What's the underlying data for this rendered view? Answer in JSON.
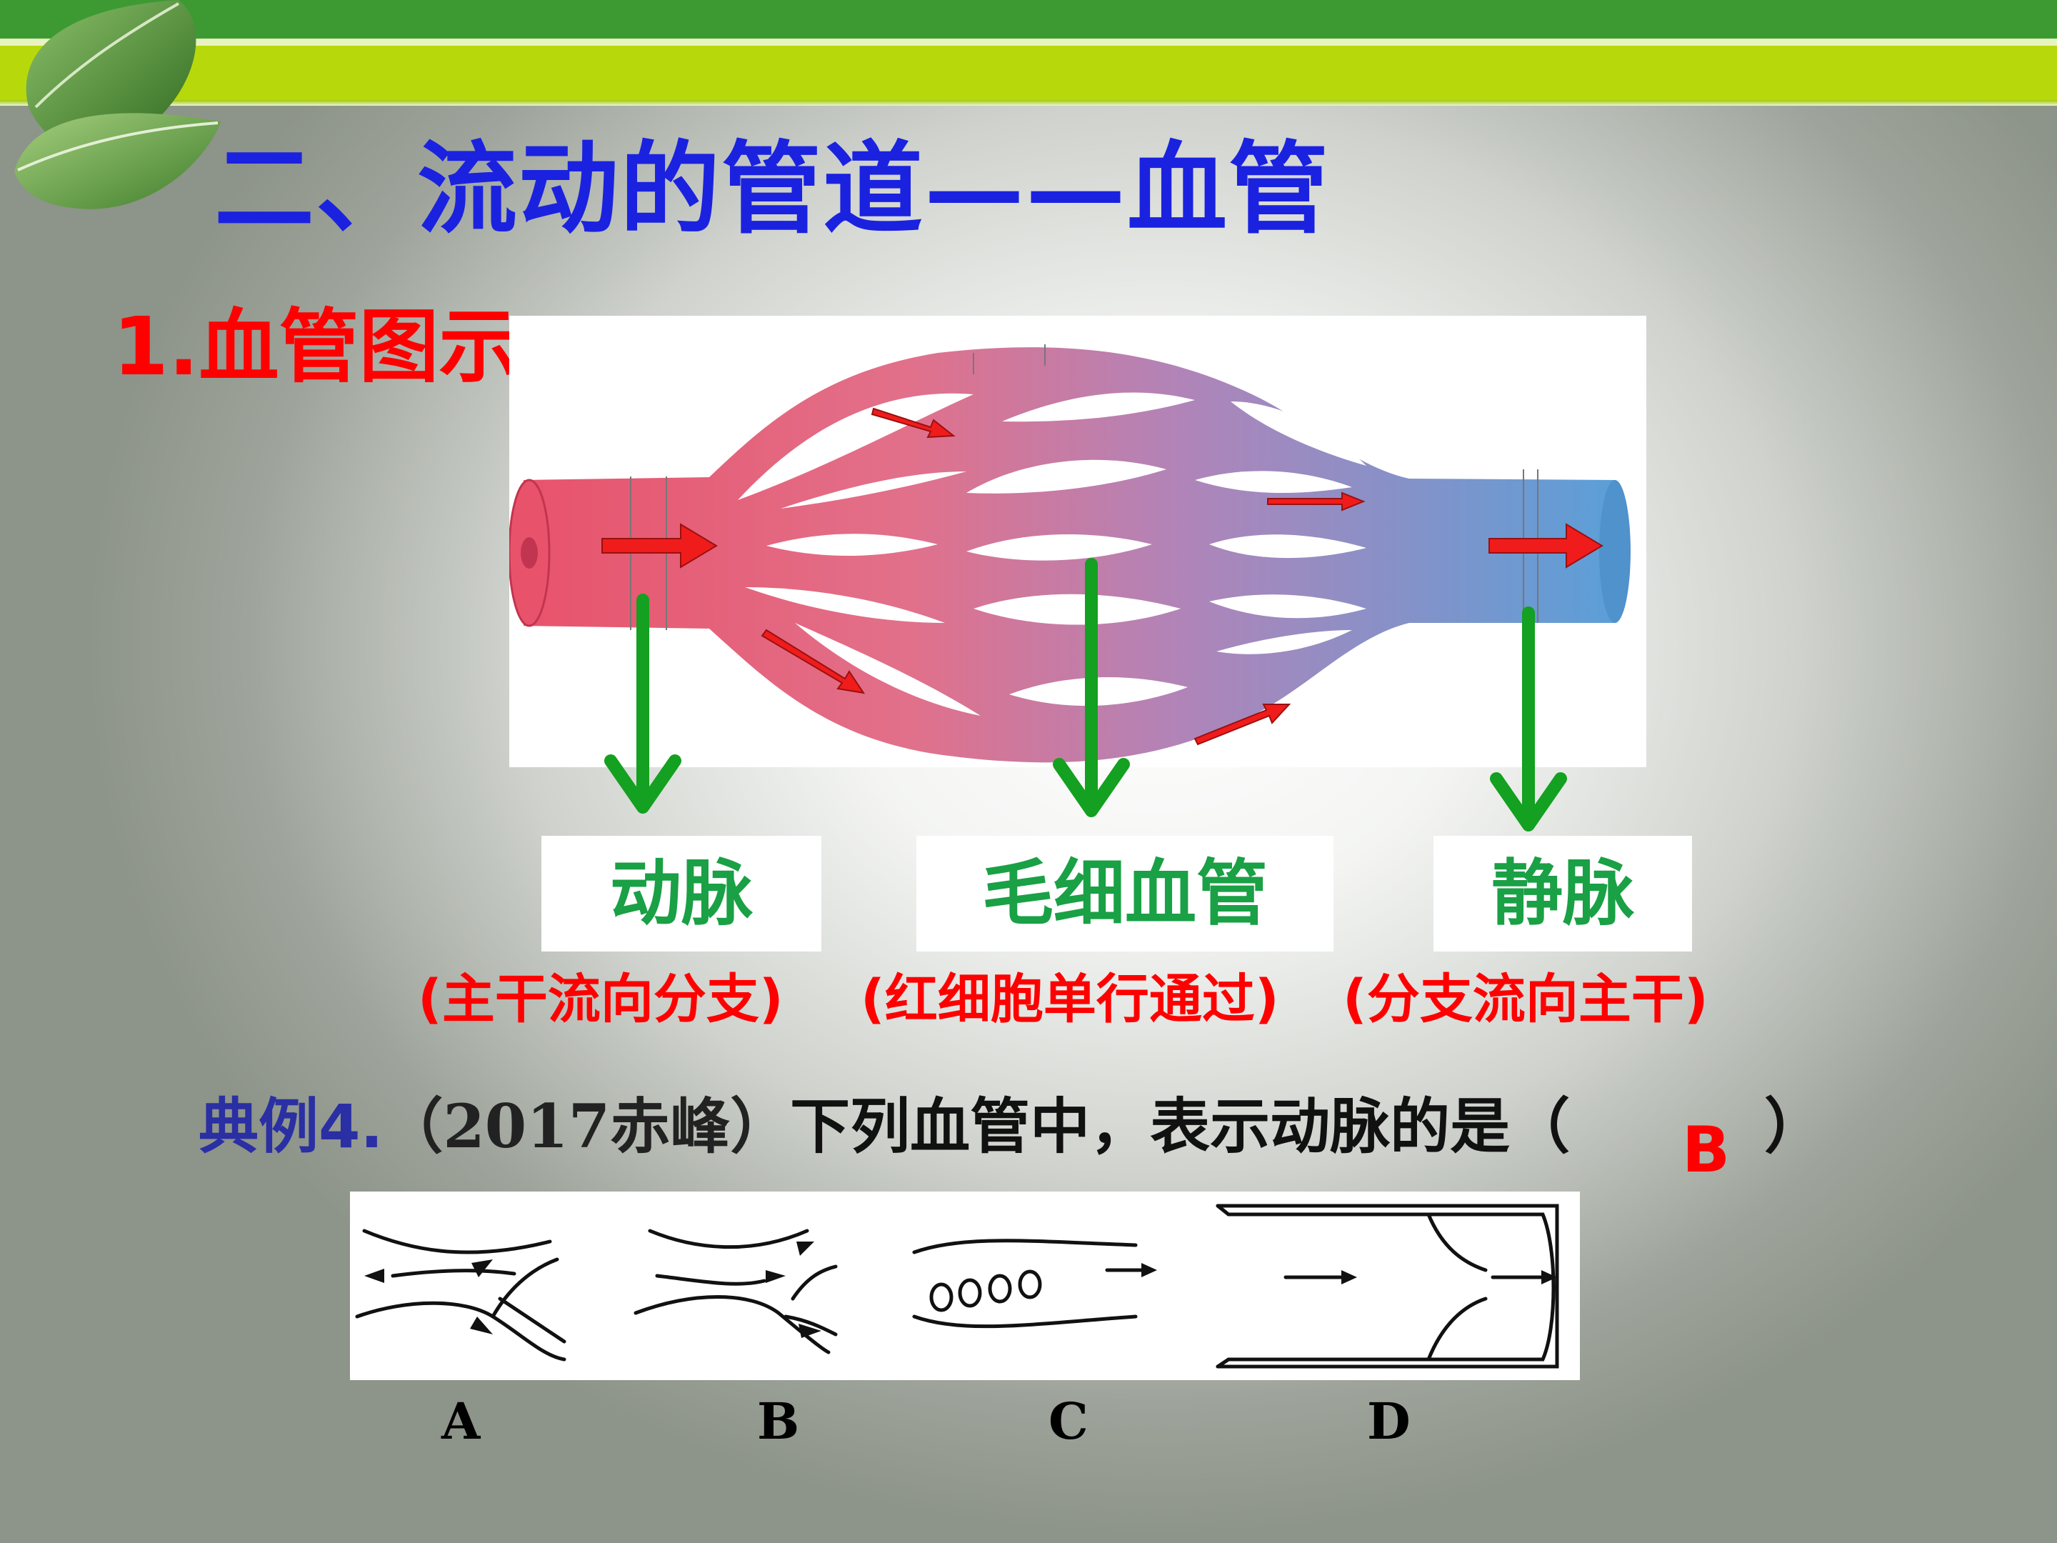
{
  "slide": {
    "title": "二、流动的管道——血管",
    "subtitle": "1.血管图示"
  },
  "vessels": [
    {
      "name": "动脉",
      "note": "(主干流向分支)"
    },
    {
      "name": "毛细血管",
      "note": "(红细胞单行通过)"
    },
    {
      "name": "静脉",
      "note": "(分支流向主干)"
    }
  ],
  "question": {
    "lead": "典例4.",
    "source": "（2017赤峰）",
    "text": "下列血管中，表示动脉的是（",
    "close": "）",
    "answer": "B",
    "choices": [
      "A",
      "B",
      "C",
      "D"
    ]
  },
  "colors": {
    "title": "#1a22e0",
    "red_text": "#ff0000",
    "green_label": "#1aa045",
    "artery": "#e8536b",
    "vein": "#5b9fd8"
  }
}
